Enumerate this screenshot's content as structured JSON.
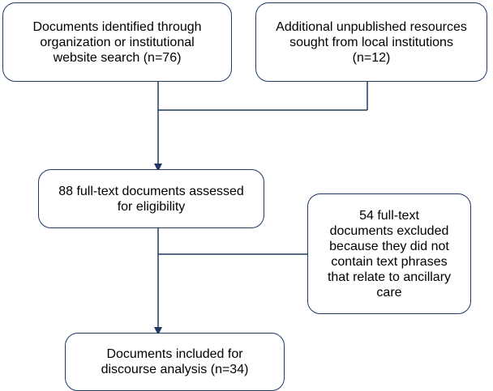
{
  "flowchart": {
    "identified": "Documents identified through\norganization or institutional\nwebsite search (n=76)",
    "additional": "Additional unpublished resources\nsought from local institutions\n(n=12)",
    "assessed": "88 full-text documents assessed\nfor eligibility",
    "excluded": "54 full-text\ndocuments excluded\nbecause they did not\ncontain text phrases\nthat relate to ancillary\ncare",
    "included": "Documents included for\ndiscourse analysis (n=34)"
  },
  "colors": {
    "border": "#1f3864",
    "connector": "#1f3864",
    "text": "#000000",
    "background": "#ffffff"
  }
}
